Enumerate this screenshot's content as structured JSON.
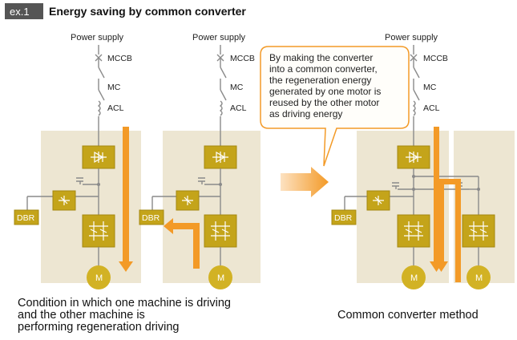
{
  "header": {
    "tag": "ex.1",
    "title": "Energy saving by common converter"
  },
  "labels": {
    "power_supply": "Power supply",
    "mccb": "MCCB",
    "mc": "MC",
    "acl": "ACL",
    "dbr": "DBR",
    "motor": "M"
  },
  "callout": {
    "lines": [
      "By making the converter",
      "into a common converter,",
      "the regeneration energy",
      "generated by one motor is",
      "reused by the other motor",
      "as driving energy"
    ]
  },
  "captions": {
    "left": [
      "Condition in which one machine is driving",
      "and the other machine is",
      "performing regeneration driving"
    ],
    "right": "Common converter method"
  },
  "colors": {
    "panel": "#ede6d2",
    "component": "#c4a41a",
    "arrow": "#f39a27",
    "tag": "#555555"
  }
}
